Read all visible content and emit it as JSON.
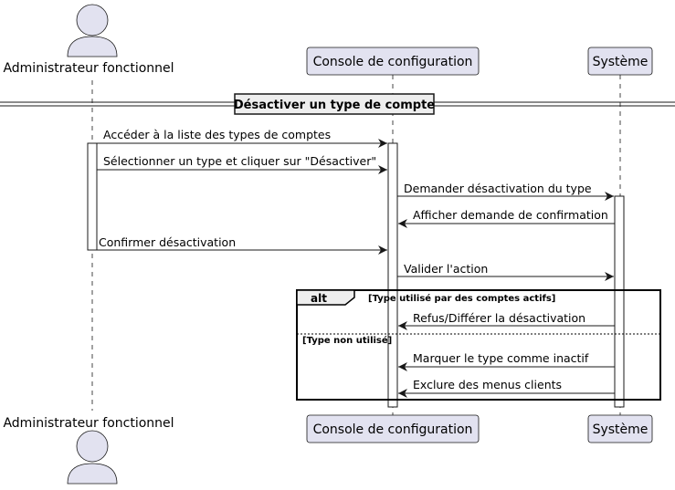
{
  "participants": {
    "actor": "Administrateur fonctionnel",
    "console": "Console de configuration",
    "system": "Système"
  },
  "divider": "Désactiver un type de compte",
  "messages": {
    "m1": "Accéder à la liste des types de comptes",
    "m2": "Sélectionner un type et cliquer sur \"Désactiver\"",
    "m3": "Demander désactivation du type",
    "m4": "Afficher demande de confirmation",
    "m5": "Confirmer désactivation",
    "m6": "Valider l'action",
    "m7": "Refus/Différer la désactivation",
    "m8": "Marquer le type comme inactif",
    "m9": "Exclure des menus clients"
  },
  "alt": {
    "keyword": "alt",
    "guard1": "[Type utilisé par des comptes actifs]",
    "guard2": "[Type non utilisé]"
  },
  "colors": {
    "participant_fill": "#e2e2f0",
    "participant_stroke": "#181818",
    "actor_fill": "#e2e2f0",
    "lifeline": "#181818"
  }
}
